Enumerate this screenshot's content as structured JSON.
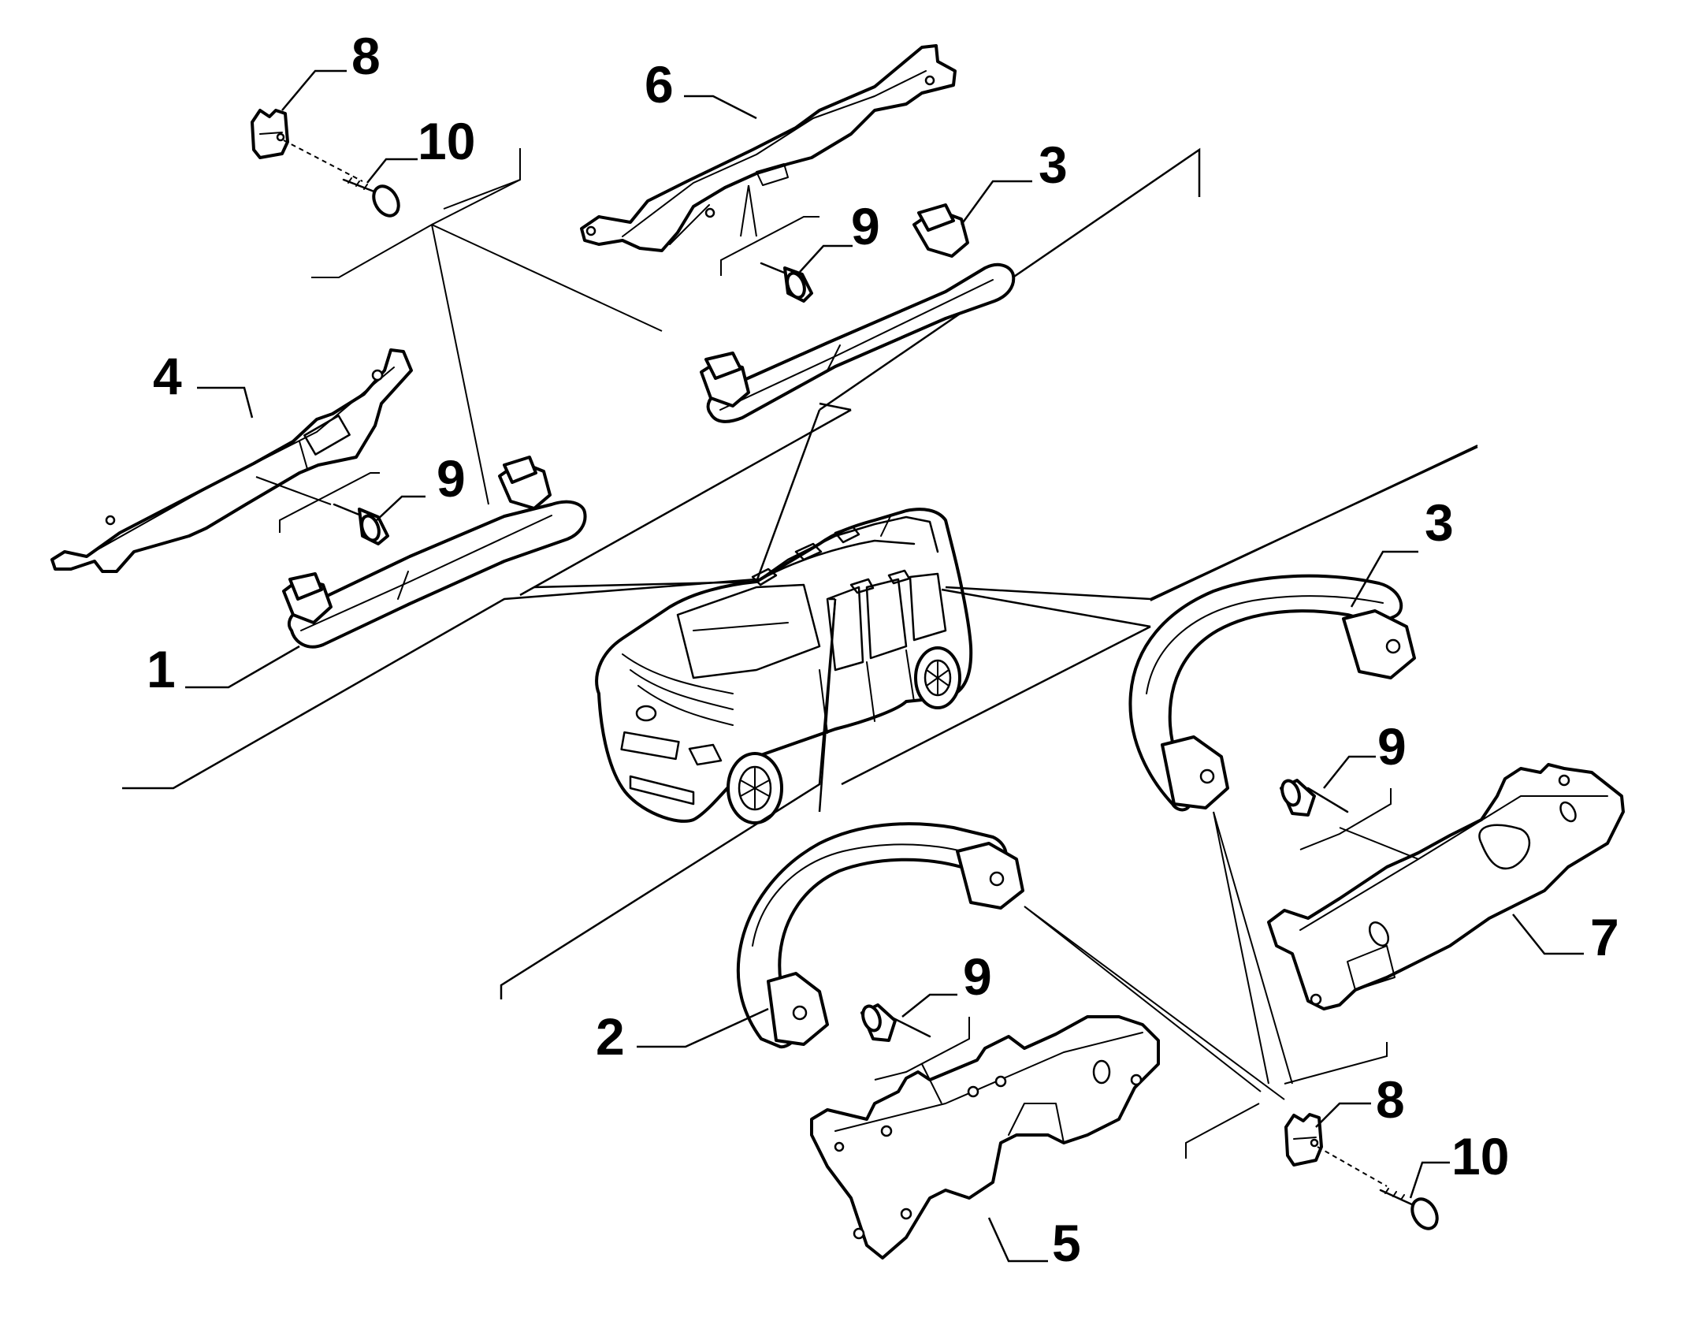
{
  "diagram": {
    "callouts": {
      "c1": "1",
      "c2": "2",
      "c3a": "3",
      "c3b": "3",
      "c4": "4",
      "c5": "5",
      "c6": "6",
      "c7": "7",
      "c8a": "8",
      "c8b": "8",
      "c9a": "9",
      "c9b": "9",
      "c9c": "9",
      "c9d": "9",
      "c10a": "10",
      "c10b": "10"
    },
    "icons": {
      "vehicle": "car-icon",
      "front_handle": "grab-handle-icon",
      "rear_handle": "grab-handle-icon",
      "bracket": "bracket-icon",
      "clip": "clip-icon",
      "screw": "screw-icon",
      "rivet": "rivet-icon"
    }
  }
}
